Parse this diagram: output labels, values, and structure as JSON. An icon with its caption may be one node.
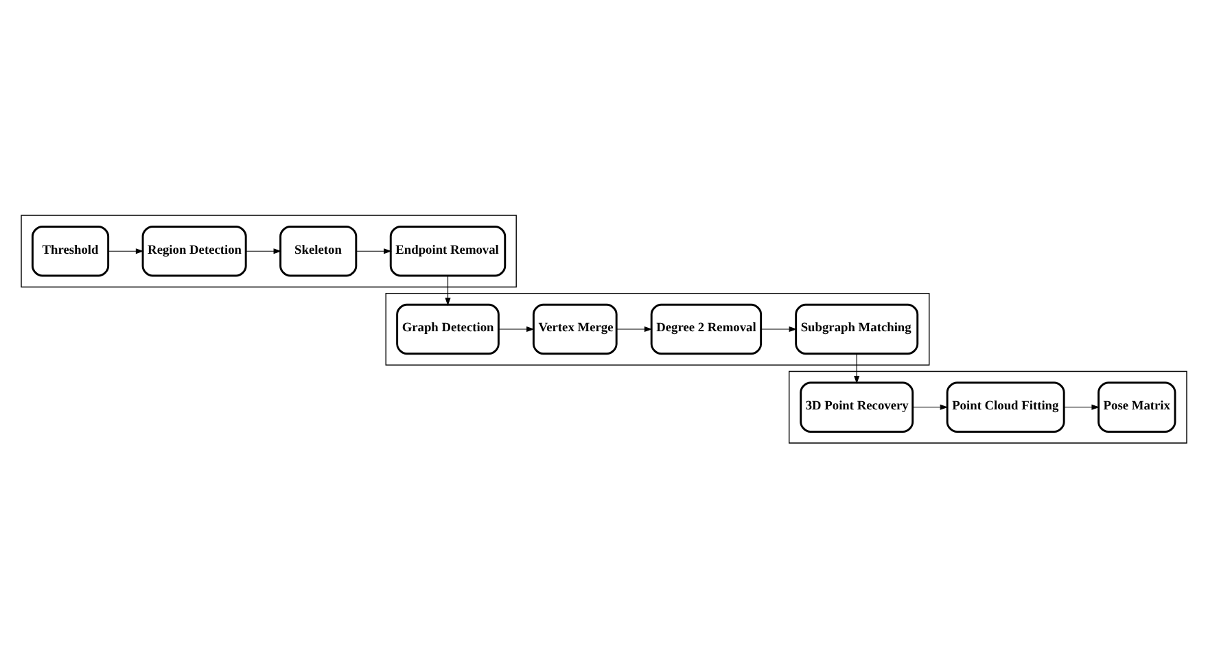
{
  "diagram": {
    "nodes": [
      {
        "text": [],
        "shape": "box"
      },
      {
        "text": [
          "Threshold"
        ],
        "in": 0
      },
      {
        "text": [
          "Region Detection"
        ],
        "in": 0
      },
      {
        "text": [
          "Skeleton"
        ],
        "in": 0
      },
      {
        "text": [
          "Endpoint Removal"
        ],
        "in": 0
      },
      {
        "text": [],
        "shape": "box"
      },
      {
        "text": [
          "Subgraph Matching"
        ],
        "in": 5
      },
      {
        "text": [
          "Degree 2 Removal"
        ],
        "in": 5
      },
      {
        "text": [
          "Vertex Merge"
        ],
        "in": 5
      },
      {
        "text": [
          "Graph Detection"
        ],
        "in": 5
      },
      {
        "text": [],
        "shape": "box"
      },
      {
        "text": [
          "3D Point Recovery"
        ],
        "in": 10
      },
      {
        "text": [
          "Point Cloud Fitting"
        ],
        "in": 10
      },
      {
        "text": [
          "Pose Matrix"
        ],
        "in": 10
      }
    ],
    "edges": [
      {
        "from": 1,
        "to": 2,
        "arrow": "to"
      },
      {
        "from": 2,
        "to": 3,
        "arrow": "to"
      },
      {
        "from": 3,
        "to": 4,
        "arrow": "to"
      },
      {
        "from": 4,
        "to": 9,
        "arrow": "to"
      },
      {
        "from": 9,
        "to": 8,
        "arrow": "to"
      },
      {
        "from": 8,
        "to": 7,
        "arrow": "to"
      },
      {
        "from": 7,
        "to": 6,
        "arrow": "to"
      },
      {
        "from": 6,
        "to": 11,
        "arrow": "to"
      },
      {
        "from": 11,
        "to": 12,
        "arrow": "to"
      },
      {
        "from": 12,
        "to": 13,
        "arrow": "to"
      }
    ]
  }
}
